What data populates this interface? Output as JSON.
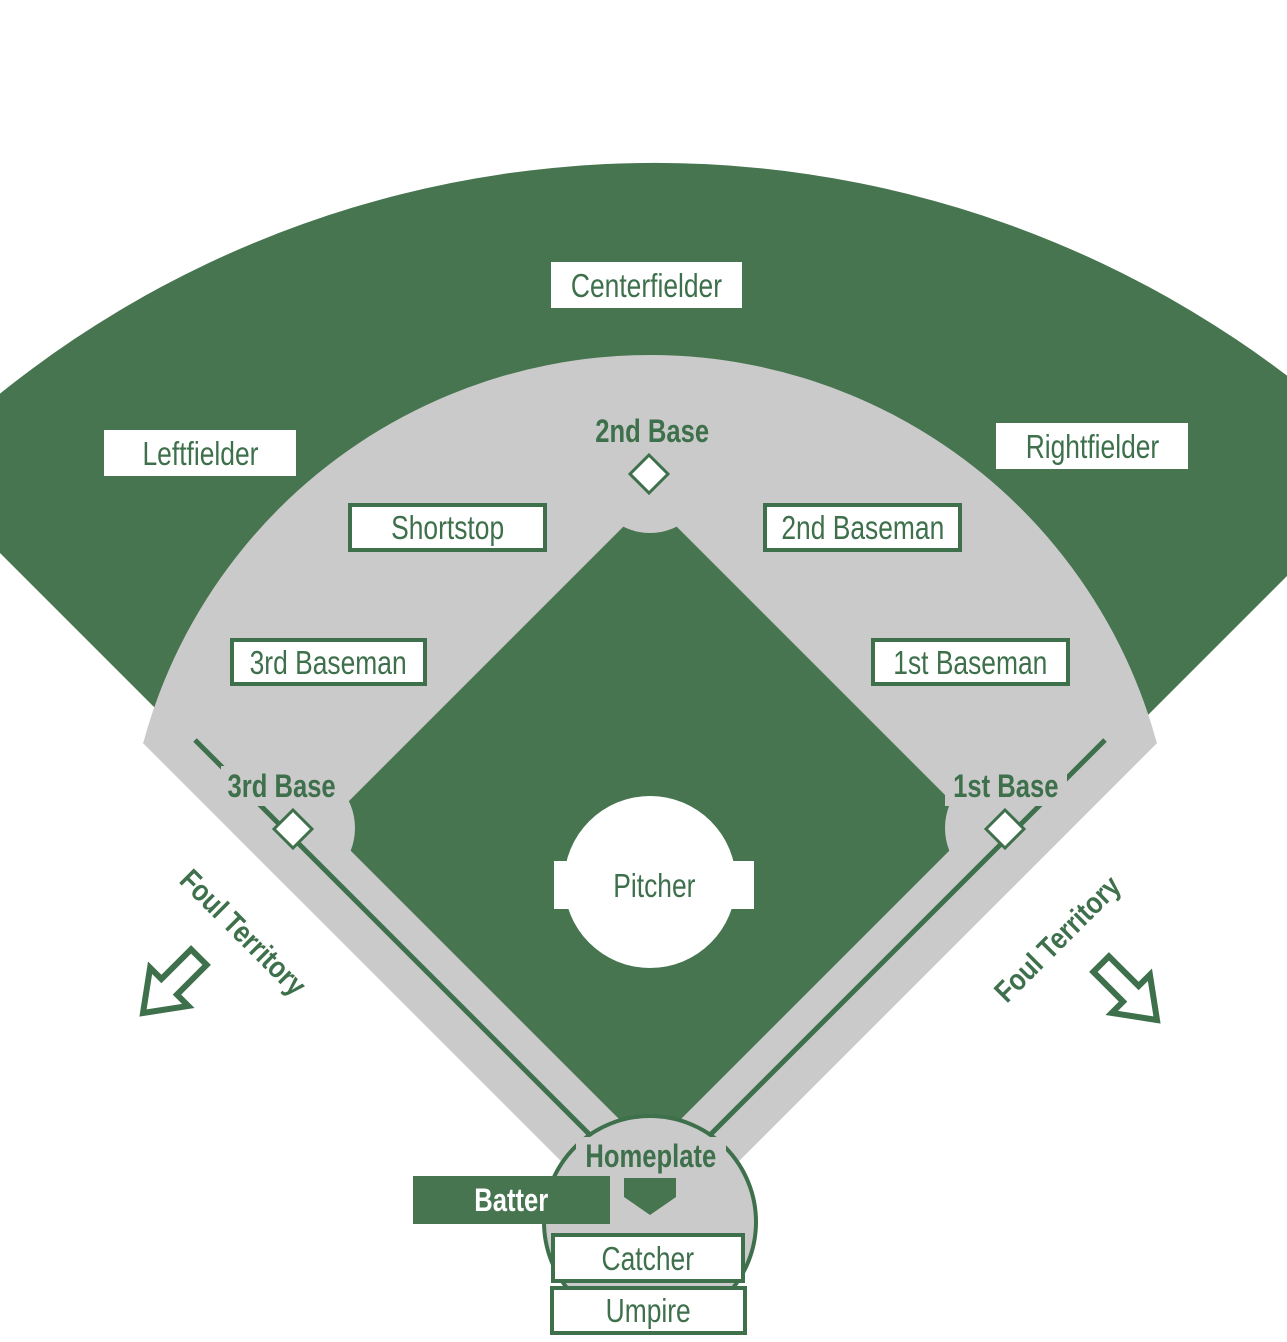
{
  "diagram": {
    "title": "Baseball field positions diagram",
    "colors": {
      "field_green": "#46754F",
      "infield_gray": "#CACACA",
      "line_green": "#3E704C",
      "white": "#FFFFFF"
    },
    "outfield": {
      "leftfielder": "Leftfielder",
      "centerfielder": "Centerfielder",
      "rightfielder": "Rightfielder"
    },
    "infield": {
      "shortstop": "Shortstop",
      "second_baseman": "2nd Baseman",
      "third_baseman": "3rd Baseman",
      "first_baseman": "1st Baseman",
      "pitcher": "Pitcher"
    },
    "battery": {
      "batter": "Batter",
      "catcher": "Catcher",
      "umpire": "Umpire"
    },
    "bases": {
      "second_base": "2nd Base",
      "third_base": "3rd Base",
      "first_base": "1st Base",
      "homeplate": "Homeplate"
    },
    "foul": {
      "left": "Foul Territory",
      "right": "Foul Territory"
    }
  }
}
